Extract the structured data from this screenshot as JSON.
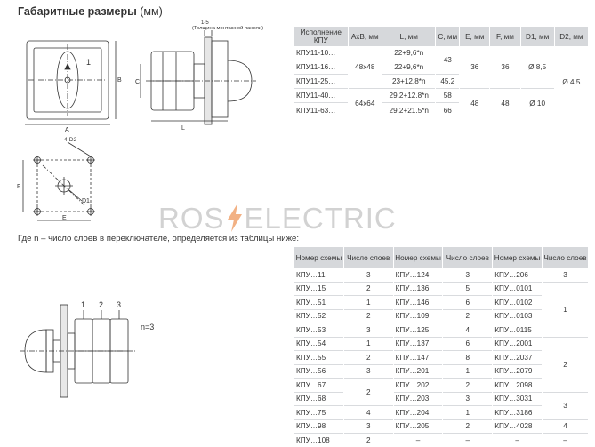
{
  "title": {
    "bold": "Габаритные размеры",
    "unit": " (мм)"
  },
  "drawing1": {
    "label_1": "1",
    "label_A": "A",
    "label_B": "B",
    "label_panel_num": "1-5",
    "label_panel": "(Толщина монтажной панели)",
    "label_C": "C",
    "label_L": "L"
  },
  "drawing2": {
    "label_4d2": "4-D2",
    "label_F": "F",
    "label_E": "E",
    "label_D1": "D1"
  },
  "drawing3": {
    "label_1": "1",
    "label_2": "2",
    "label_3": "3",
    "label_n": "n=3"
  },
  "watermark": {
    "left": "ROS",
    "right": "ELECTRIC"
  },
  "dims_table": {
    "headers": [
      "Исполнение КПУ",
      "AxB, мм",
      "L, мм",
      "C, мм",
      "E, мм",
      "F, мм",
      "D1, мм",
      "D2, мм"
    ],
    "rows": [
      {
        "model": "КПУ11-10…",
        "l": "22+9,6*n"
      },
      {
        "model": "КПУ11-16…",
        "l": "22+9,6*n"
      },
      {
        "model": "КПУ11-25…",
        "l": "23+12.8*n"
      },
      {
        "model": "КПУ11-40…",
        "l": "29.2+12.8*n"
      },
      {
        "model": "КПУ11-63…",
        "l": "29.2+21.5*n"
      }
    ],
    "ab_small": "48x48",
    "ab_large": "64x64",
    "c_small": "43",
    "c_25": "45,2",
    "c_40": "58",
    "c_63": "66",
    "e_small": "36",
    "e_large": "48",
    "f_small": "36",
    "f_large": "48",
    "d1_small": "Ø 8,5",
    "d1_large": "Ø 10",
    "d2": "Ø 4,5"
  },
  "note": "Где n – число слоев в переключателе, определяется из таблицы ниже:",
  "layers_table": {
    "headers": [
      "Номер схемы",
      "Число слоев",
      "Номер схемы",
      "Число слоев",
      "Номер схемы",
      "Число слоев"
    ],
    "col1": [
      {
        "s": "КПУ…11",
        "n": "3"
      },
      {
        "s": "КПУ…15",
        "n": "2"
      },
      {
        "s": "КПУ…51",
        "n": "1"
      },
      {
        "s": "КПУ…52",
        "n": "2"
      },
      {
        "s": "КПУ…53",
        "n": "3"
      },
      {
        "s": "КПУ…54",
        "n": "1"
      },
      {
        "s": "КПУ…55",
        "n": "2"
      },
      {
        "s": "КПУ…56",
        "n": "3"
      },
      {
        "s": "КПУ…67"
      },
      {
        "s": "КПУ…68"
      },
      {
        "s": "КПУ…75",
        "n": "4"
      },
      {
        "s": "КПУ…98",
        "n": "3"
      },
      {
        "s": "КПУ…108",
        "n": "2"
      }
    ],
    "col1_merged_67_68": "2",
    "col2": [
      {
        "s": "КПУ…124",
        "n": "3"
      },
      {
        "s": "КПУ…136",
        "n": "5"
      },
      {
        "s": "КПУ…146",
        "n": "6"
      },
      {
        "s": "КПУ…109",
        "n": "2"
      },
      {
        "s": "КПУ…125",
        "n": "4"
      },
      {
        "s": "КПУ…137",
        "n": "6"
      },
      {
        "s": "КПУ…147",
        "n": "8"
      },
      {
        "s": "КПУ…201",
        "n": "1"
      },
      {
        "s": "КПУ…202",
        "n": "2"
      },
      {
        "s": "КПУ…203",
        "n": "3"
      },
      {
        "s": "КПУ…204",
        "n": "1"
      },
      {
        "s": "КПУ…205",
        "n": "2"
      },
      {
        "s": "–",
        "n": "–"
      }
    ],
    "col3": [
      {
        "s": "КПУ…206"
      },
      {
        "s": "КПУ…0101"
      },
      {
        "s": "КПУ…0102"
      },
      {
        "s": "КПУ…0103"
      },
      {
        "s": "КПУ…0115"
      },
      {
        "s": "КПУ…2001"
      },
      {
        "s": "КПУ…2037"
      },
      {
        "s": "КПУ…2079"
      },
      {
        "s": "КПУ…2098"
      },
      {
        "s": "КПУ…3031"
      },
      {
        "s": "КПУ…3186"
      },
      {
        "s": "КПУ…4028"
      },
      {
        "s": "–"
      }
    ],
    "col3_groups": {
      "g_206": "3",
      "g_010x": "1",
      "g_20xx": "2",
      "g_3xxx": "3",
      "g_4028": "4",
      "g_last": "–"
    }
  }
}
